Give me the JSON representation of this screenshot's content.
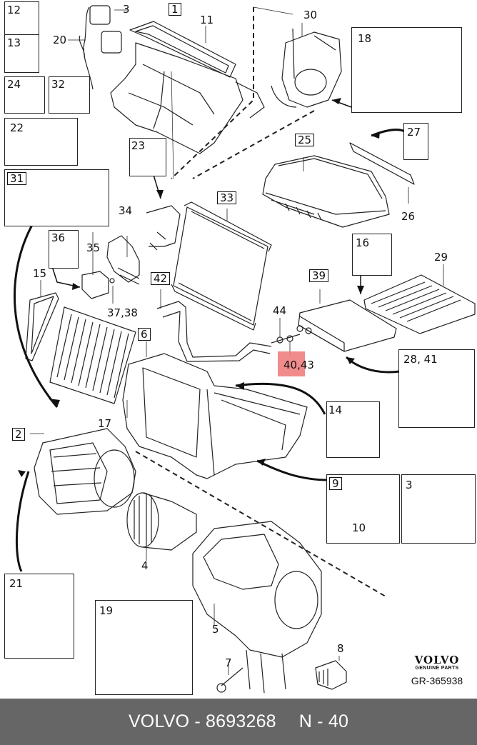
{
  "diagram": {
    "title": "Volvo climate unit / heater box exploded parts diagram",
    "reference_code": "GR-365938",
    "brand": "VOLVO",
    "brand_sub": "GENUINE PARTS",
    "highlighted_callout": "40,43",
    "highlight_color": "#f08080",
    "callouts": {
      "c1": "1",
      "c2": "2",
      "c3a": "3",
      "c3b": "3",
      "c4": "4",
      "c5": "5",
      "c6": "6",
      "c7": "7",
      "c8": "8",
      "c9": "9",
      "c10": "10",
      "c11": "11",
      "c12": "12",
      "c13": "13",
      "c14": "14",
      "c15": "15",
      "c16": "16",
      "c17": "17",
      "c18": "18",
      "c19": "19",
      "c20": "20",
      "c21": "21",
      "c22": "22",
      "c23": "23",
      "c24": "24",
      "c25": "25",
      "c26": "26",
      "c27": "27",
      "c28_41": "28, 41",
      "c29": "29",
      "c30": "30",
      "c31": "31",
      "c32": "32",
      "c33": "33",
      "c34": "34",
      "c35": "35",
      "c36": "36",
      "c37_38": "37,38",
      "c39": "39",
      "c40_43_a": "40,",
      "c40_43_b": "43",
      "c42": "42",
      "c44": "44"
    }
  },
  "footer": {
    "brand_part": "VOLVO - 8693268",
    "position": "N - 40"
  }
}
